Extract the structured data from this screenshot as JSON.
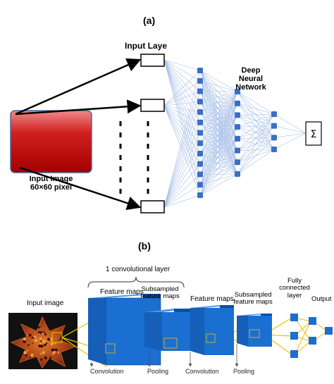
{
  "panel_a": {
    "label": "(a)",
    "input_layer_label": "Input Laye",
    "dnn_label_line1": "Deep",
    "dnn_label_line2": "Neural",
    "dnn_label_line3": "Network",
    "input_image_line1": "Input Image",
    "input_image_line2": "60×60 pixel",
    "sum_symbol": "Σ",
    "colors": {
      "image_top": "#ef8a8a",
      "image_bottom": "#b30000",
      "node": "#3a6fc4",
      "edges": "#a8c0e6"
    }
  },
  "panel_b": {
    "label": "(b)",
    "conv_layer_label": "1 convolutional layer",
    "input_image_label": "Input image",
    "feature_maps_1": "Feature maps",
    "subsampled_1_line1": "Subsampled",
    "subsampled_1_line2": "feature maps",
    "feature_maps_2": "Feature maps",
    "subsampled_2_line1": "Subsampled",
    "subsampled_2_line2": "feature maps",
    "fc_line1": "Fully",
    "fc_line2": "connected",
    "fc_line3": "layer",
    "output_label": "Output",
    "convolution_1": "Convolution",
    "pooling_1": "Pooling",
    "convolution_2": "Convolution",
    "pooling_2": "Pooling",
    "colors": {
      "block_front": "#1a6fd1",
      "block_top": "#4a95e8",
      "block_side": "#0e4fa5",
      "connector": "#e8c400"
    }
  }
}
